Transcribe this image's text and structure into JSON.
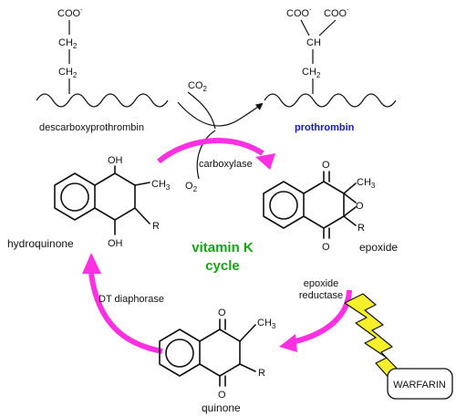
{
  "colors": {
    "cycle_arrow": "#ff2fe2",
    "prothrombin_label": "#1515e0",
    "vitamin_k_label": "#17a317",
    "bolt_fill": "#f6ef2c",
    "ink": "#111111"
  },
  "top": {
    "descarboxy": {
      "coo": "COO",
      "charge": "-",
      "ch2_upper": "CH",
      "ch2_upper_sub": "2",
      "ch2_lower": "CH",
      "ch2_lower_sub": "2",
      "label": "descarboxyprothrombin"
    },
    "prothrombin": {
      "coo_left": "COO",
      "coo_right": "COO",
      "charge": "-",
      "ch": "CH",
      "ch2": "CH",
      "ch2_sub": "2",
      "label": "prothrombin"
    },
    "co2": "CO",
    "co2_sub": "2",
    "o2": "O",
    "o2_sub": "2",
    "enzyme": "carboxylase"
  },
  "hydroquinone": {
    "oh_top": "OH",
    "oh_bottom": "OH",
    "ch3": "CH",
    "ch3_sub": "3",
    "r": "R",
    "label": "hydroquinone"
  },
  "epoxide": {
    "o_top": "O",
    "o_bottom": "O",
    "o_ring": "O",
    "ch3": "CH",
    "ch3_sub": "3",
    "r": "R",
    "label": "epoxide"
  },
  "quinone": {
    "o_top": "O",
    "o_bottom": "O",
    "ch3": "CH",
    "ch3_sub": "3",
    "r": "R",
    "label": "quinone"
  },
  "center": {
    "line1": "vitamin K",
    "line2": "cycle"
  },
  "enzymes": {
    "epoxide_reductase_line1": "epoxide",
    "epoxide_reductase_line2": "reductase",
    "dt_diaphorase": "DT diaphorase"
  },
  "warfarin": "WARFARIN",
  "icons": [
    "lightning-bolt-icon"
  ]
}
